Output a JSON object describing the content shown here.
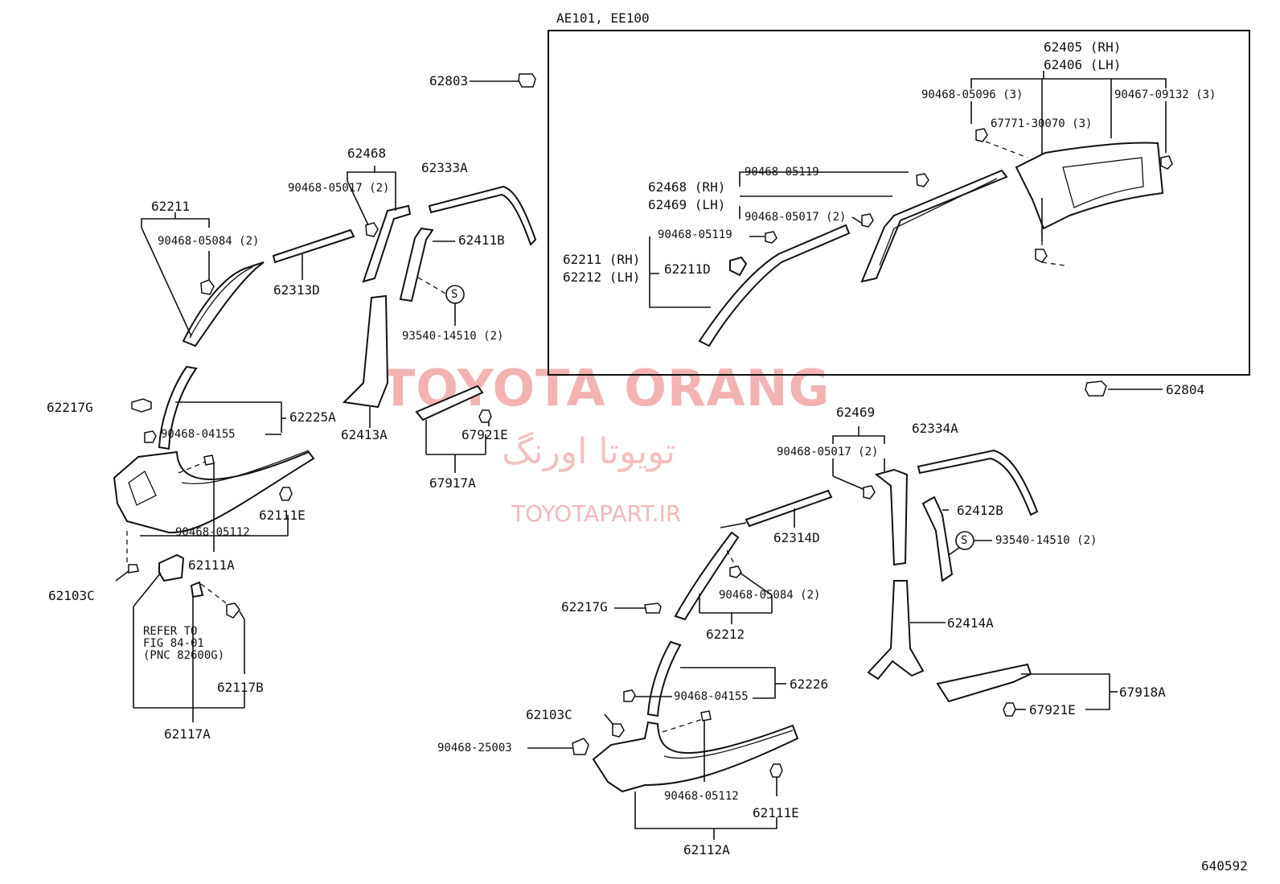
{
  "inset_title": "AE101, EE100",
  "figure_number": "640592",
  "note": {
    "line1": "REFER TO",
    "line2": "FIG 84-01",
    "line3": "(PNC 82600G)"
  },
  "watermark": {
    "brand": "TOYOTA ORANG",
    "persian": "تویوتا اورنگ",
    "url": "TOYOTAPART.IR"
  },
  "labels": {
    "p62803": "62803",
    "p62405": "62405 (RH)",
    "p62406": "62406 (LH)",
    "p90468_05096": "90468-05096 (3)",
    "p90467_09132": "90467-09132 (3)",
    "p67771_30070": "67771-30070 (3)",
    "p62468_in": "62468 (RH)",
    "p62469_in": "62469 (LH)",
    "p90468_05119_a": "90468-05119",
    "p90468_05017_in": "90468-05017 (2)",
    "p90468_05119_b": "90468-05119",
    "p62211_in": "62211 (RH)",
    "p62212_in": "62212 (LH)",
    "p62211D": "62211D",
    "p62804": "62804",
    "p62468": "62468",
    "p62333A": "62333A",
    "p90468_05017_l": "90468-05017 (2)",
    "p62211": "62211",
    "p90468_05084_l": "90468-05084 (2)",
    "p62411B": "62411B",
    "p62313D": "62313D",
    "p93540_14510_l": "93540-14510 (2)",
    "p62217G_l": "62217G",
    "p62225A": "62225A",
    "p90468_04155_l": "90468-04155",
    "p62413A": "62413A",
    "p67921E_l": "67921E",
    "p67917A": "67917A",
    "p62111E_l": "62111E",
    "p90468_05112_l": "90468-05112",
    "p62111A": "62111A",
    "p62103C_l": "62103C",
    "p62117B": "62117B",
    "p62117A": "62117A",
    "p62469": "62469",
    "p62334A": "62334A",
    "p90468_05017_r": "90468-05017 (2)",
    "p62412B": "62412B",
    "p62314D": "62314D",
    "p93540_14510_r": "93540-14510 (2)",
    "p90468_05084_r": "90468-05084 (2)",
    "p62217G_r": "62217G",
    "p62212": "62212",
    "p62414A": "62414A",
    "p62226": "62226",
    "p90468_04155_r": "90468-04155",
    "p67918A": "67918A",
    "p62103C_r": "62103C",
    "p67921E_r": "67921E",
    "p90468_25003": "90468-25003",
    "p90468_05112_r": "90468-05112",
    "p62111E_r": "62111E",
    "p62112A": "62112A",
    "s_mark": "S"
  }
}
